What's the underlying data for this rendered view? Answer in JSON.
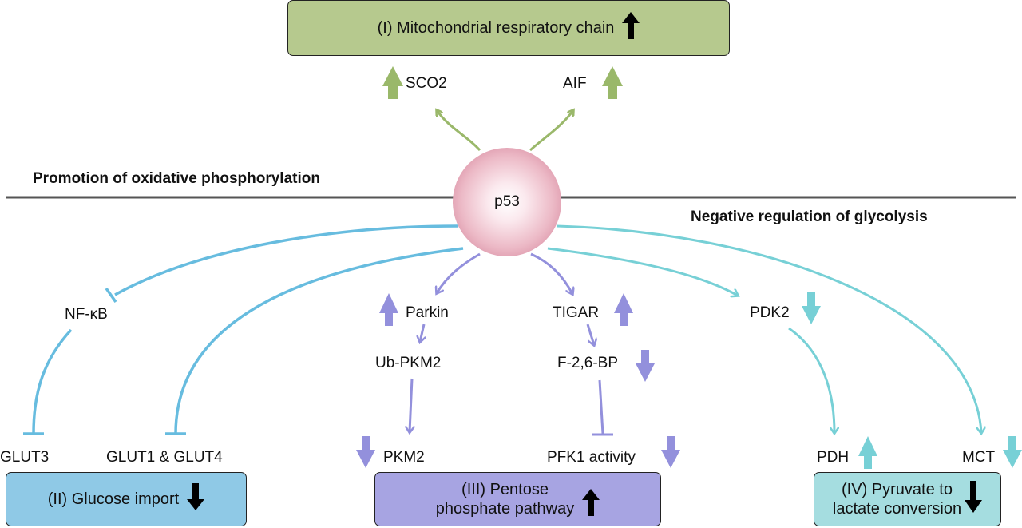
{
  "colors": {
    "green": "#9ab86a",
    "blue": "#67bcdf",
    "purple": "#9390dc",
    "teal": "#77d0d6",
    "box_green": "#b6c98e",
    "box_blue": "#8fc9e6",
    "box_purple": "#a7a4e2",
    "box_teal": "#a5dde0",
    "divider": "#555555"
  },
  "center": {
    "label": "p53"
  },
  "sections": {
    "top": "Promotion of oxidative phosphorylation",
    "bottom": "Negative regulation of glycolysis"
  },
  "boxes": {
    "mito": {
      "label": "(I) Mitochondrial respiratory chain",
      "direction": "up"
    },
    "glucose": {
      "label": "(II) Glucose import",
      "direction": "down"
    },
    "pentose": {
      "line1": "(III) Pentose",
      "line2": "phosphate pathway",
      "direction": "up"
    },
    "pyruvate": {
      "line1": "(IV) Pyruvate to",
      "line2": "lactate conversion",
      "direction": "down"
    }
  },
  "nodes": {
    "sco2": {
      "label": "SCO2",
      "change": "up"
    },
    "aif": {
      "label": "AIF",
      "change": "up"
    },
    "nfkb": {
      "label": "NF-κB"
    },
    "glut3": {
      "label": "GLUT3"
    },
    "glut14": {
      "label": "GLUT1 & GLUT4"
    },
    "parkin": {
      "label": "Parkin",
      "change": "up"
    },
    "ubpkm2": {
      "label": "Ub-PKM2"
    },
    "pkm2": {
      "label": "PKM2",
      "change": "down"
    },
    "tigar": {
      "label": "TIGAR",
      "change": "up"
    },
    "f26bp": {
      "label": "F-2,6-BP",
      "change": "down"
    },
    "pfk1": {
      "label": "PFK1 activity",
      "change": "down"
    },
    "pdk2": {
      "label": "PDK2",
      "change": "down"
    },
    "pdh": {
      "label": "PDH",
      "change": "up"
    },
    "mct": {
      "label": "MCT",
      "change": "down"
    }
  },
  "edges": [
    {
      "from": "p53",
      "to": "SCO2",
      "type": "activation"
    },
    {
      "from": "p53",
      "to": "AIF",
      "type": "activation"
    },
    {
      "from": "p53",
      "to": "NF-κB",
      "type": "inhibition"
    },
    {
      "from": "NF-κB",
      "to": "GLUT3",
      "type": "inhibition"
    },
    {
      "from": "p53",
      "to": "GLUT1 & GLUT4",
      "type": "inhibition"
    },
    {
      "from": "p53",
      "to": "Parkin",
      "type": "activation"
    },
    {
      "from": "Parkin",
      "to": "Ub-PKM2",
      "type": "activation"
    },
    {
      "from": "Ub-PKM2",
      "to": "PKM2",
      "type": "activation"
    },
    {
      "from": "p53",
      "to": "TIGAR",
      "type": "activation"
    },
    {
      "from": "TIGAR",
      "to": "F-2,6-BP",
      "type": "activation"
    },
    {
      "from": "F-2,6-BP",
      "to": "PFK1 activity",
      "type": "inhibition"
    },
    {
      "from": "p53",
      "to": "PDK2",
      "type": "activation"
    },
    {
      "from": "PDK2",
      "to": "PDH",
      "type": "activation"
    },
    {
      "from": "p53",
      "to": "MCT",
      "type": "activation"
    }
  ]
}
